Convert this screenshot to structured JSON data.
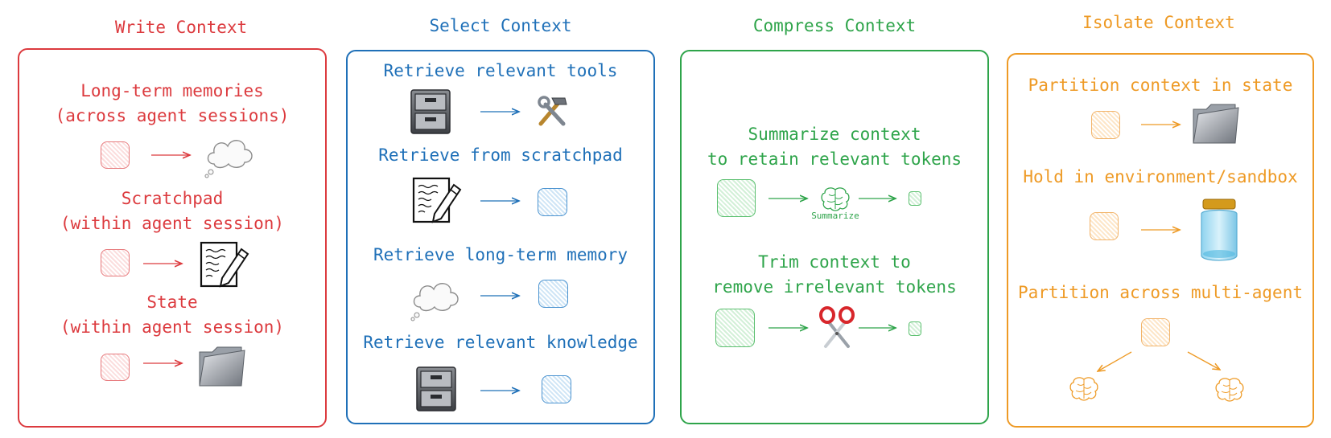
{
  "colors": {
    "write": "#dc3a3e",
    "select": "#1f70b8",
    "compress": "#2ea44a",
    "isolate": "#ee9a25"
  },
  "columns": {
    "write": {
      "title": "Write Context",
      "items": [
        {
          "line1": "Long-term memories",
          "line2": "(across agent sessions)",
          "icon": "cloud-icon"
        },
        {
          "line1": "Scratchpad",
          "line2": "(within agent session)",
          "icon": "notepad-pencil-icon"
        },
        {
          "line1": "State",
          "line2": "(within agent session)",
          "icon": "folder-icon"
        }
      ]
    },
    "select": {
      "title": "Select Context",
      "items": [
        {
          "label": "Retrieve relevant tools",
          "icon": "tools-icon"
        },
        {
          "label": "Retrieve from scratchpad",
          "icon": "notepad-pencil-icon"
        },
        {
          "label": "Retrieve long-term memory",
          "icon": "cloud-icon"
        },
        {
          "label": "Retrieve relevant knowledge",
          "icon": "file-cabinet-icon"
        }
      ]
    },
    "compress": {
      "title": "Compress Context",
      "items": [
        {
          "line1": "Summarize context",
          "line2": "to retain relevant tokens",
          "icon": "brain-icon",
          "caption": "Summarize"
        },
        {
          "line1": "Trim context to",
          "line2": "remove irrelevant tokens",
          "icon": "scissors-icon"
        }
      ]
    },
    "isolate": {
      "title": "Isolate Context",
      "items": [
        {
          "label": "Partition context in state",
          "icon": "folder-icon"
        },
        {
          "label": "Hold in environment/sandbox",
          "icon": "jar-icon"
        },
        {
          "label": "Partition across multi-agent",
          "icon": "brain-icon"
        }
      ]
    }
  }
}
